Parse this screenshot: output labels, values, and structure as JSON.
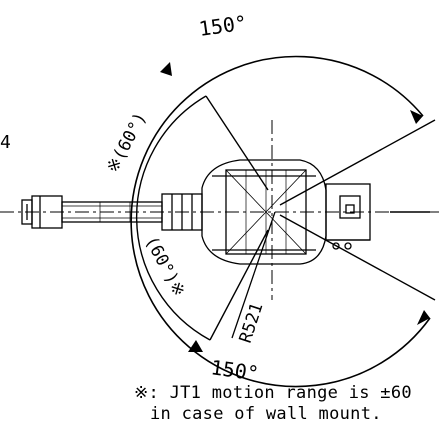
{
  "labels": {
    "angle_top": "150°",
    "angle_bottom": "150°",
    "angle_upper_inner": "※(60°)",
    "angle_lower_inner": "(60°)※",
    "radius": "R521",
    "edge_digit": "4"
  },
  "notes": {
    "line1": "※: JT1 motion range is ±60",
    "line2": "in case of wall mount."
  },
  "colors": {
    "ink": "#000000",
    "background": "#ffffff"
  }
}
